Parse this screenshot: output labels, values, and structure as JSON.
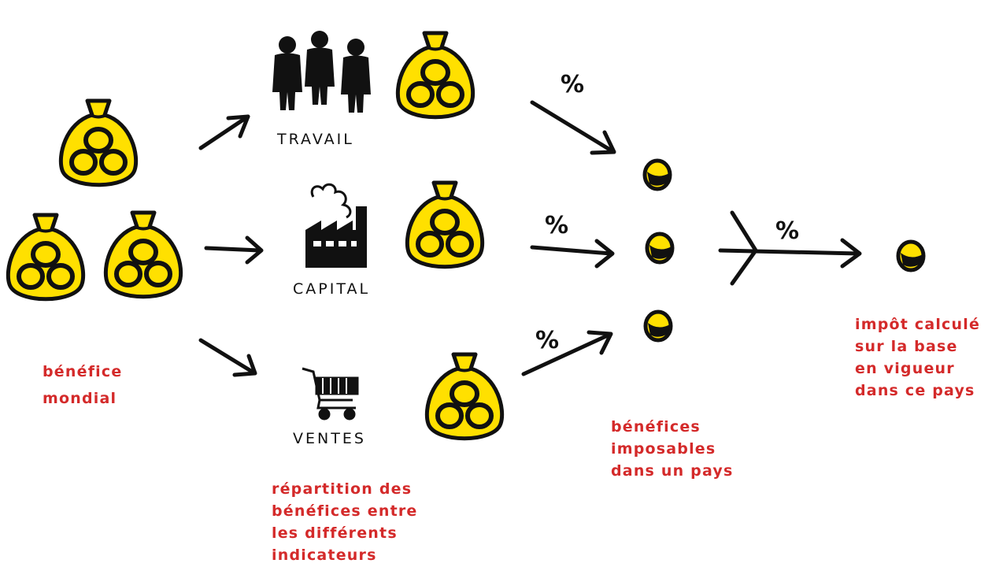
{
  "colors": {
    "bag_fill": "#ffe000",
    "ink": "#111111",
    "label_red": "#d42a2a",
    "background": "#ffffff"
  },
  "icons": [
    "money-bag-icon",
    "people-icon",
    "factory-icon",
    "shopping-cart-icon",
    "coin-icon",
    "arrow-icon"
  ],
  "labels": {
    "global_profit": [
      "bénéfice",
      "mondial"
    ],
    "labour": "TRAVAIL",
    "capital": "CAPITAL",
    "sales": "VENTES",
    "allocation": [
      "répartition des",
      "bénéfices entre",
      "les différents",
      "indicateurs"
    ],
    "taxable_profit": [
      "bénéfices",
      "imposables",
      "dans un pays"
    ],
    "tax": [
      "impôt calculé",
      "sur la base",
      "en vigueur",
      "dans ce pays"
    ]
  },
  "percent_sign": "%"
}
